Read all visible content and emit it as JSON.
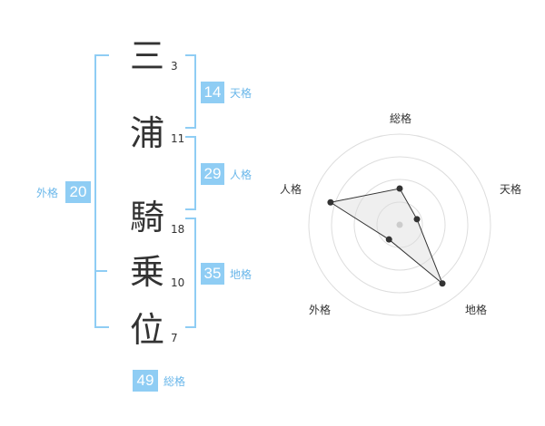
{
  "name_chars": [
    {
      "char": "三",
      "strokes": "3"
    },
    {
      "char": "浦",
      "strokes": "11"
    },
    {
      "char": "騎",
      "strokes": "18"
    },
    {
      "char": "乗",
      "strokes": "10"
    },
    {
      "char": "位",
      "strokes": "7"
    }
  ],
  "kaku": {
    "tenkaku": {
      "value": "14",
      "label": "天格"
    },
    "jinkaku": {
      "value": "29",
      "label": "人格"
    },
    "chikaku": {
      "value": "35",
      "label": "地格"
    },
    "gaikaku": {
      "value": "20",
      "label": "外格"
    },
    "soukaku": {
      "value": "49",
      "label": "総格"
    }
  },
  "colors": {
    "accent": "#8fcdf4",
    "accent_text": "#6ab7ea",
    "text": "#333333"
  },
  "chart_data": {
    "type": "radar",
    "axes": [
      "総格",
      "天格",
      "地格",
      "外格",
      "人格"
    ],
    "values": [
      2,
      1,
      4,
      1,
      4
    ],
    "max": 5,
    "rings": 4
  }
}
